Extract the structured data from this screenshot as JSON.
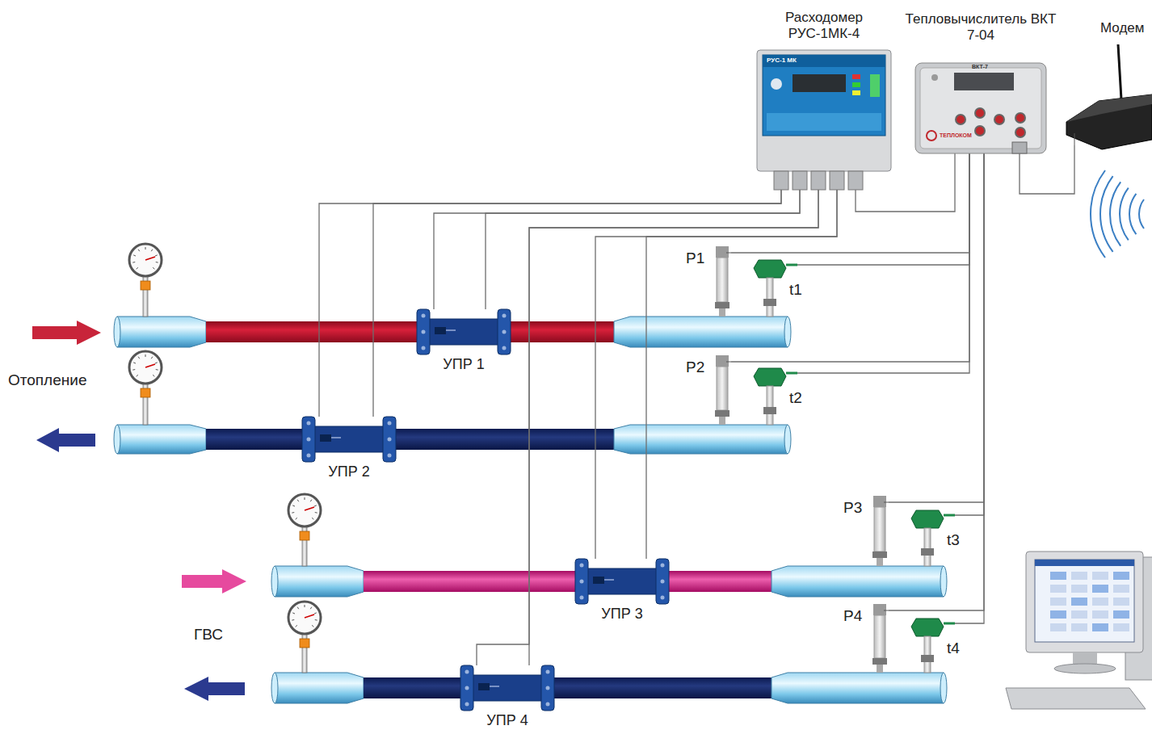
{
  "diagram": {
    "nodes": [
      {
        "text": [
          "Расходомер РУС-1МК-4",
          "РУС-1 МК"
        ]
      },
      {
        "text": [
          "Тепловычислитель ВКТ 7-04",
          "ВКТ-7",
          "ТЕПЛОКОМ"
        ]
      },
      {
        "text": [
          "Модем"
        ]
      },
      {
        "text": [
          "УПР 1"
        ]
      },
      {
        "text": [
          "УПР 2"
        ]
      },
      {
        "text": [
          "УПР 3"
        ]
      },
      {
        "text": [
          "УПР 4"
        ]
      },
      {
        "text": [
          "P1"
        ]
      },
      {
        "text": [
          "t1"
        ]
      },
      {
        "text": [
          "P2"
        ]
      },
      {
        "text": [
          "t2"
        ]
      },
      {
        "text": [
          "P3"
        ]
      },
      {
        "text": [
          "t3"
        ]
      },
      {
        "text": [
          "P4"
        ]
      },
      {
        "text": [
          "t4"
        ]
      }
    ],
    "edges": [
      {
        "from": 3,
        "to": 0,
        "arrow": "none"
      },
      {
        "from": 3,
        "to": 0,
        "arrow": "none"
      },
      {
        "from": 4,
        "to": 0,
        "arrow": "none"
      },
      {
        "from": 4,
        "to": 0,
        "arrow": "none"
      },
      {
        "from": 5,
        "to": 0,
        "arrow": "none"
      },
      {
        "from": 5,
        "to": 0,
        "arrow": "none"
      },
      {
        "from": 6,
        "to": 0,
        "arrow": "none"
      },
      {
        "from": 6,
        "to": 0,
        "arrow": "none"
      },
      {
        "from": 0,
        "to": 1,
        "arrow": "none"
      },
      {
        "from": 1,
        "to": 2,
        "arrow": "none"
      },
      {
        "from": 7,
        "to": 1,
        "arrow": "none"
      },
      {
        "from": 8,
        "to": 1,
        "arrow": "none"
      },
      {
        "from": 9,
        "to": 1,
        "arrow": "none"
      },
      {
        "from": 10,
        "to": 1,
        "arrow": "none"
      },
      {
        "from": 11,
        "to": 1,
        "arrow": "none"
      },
      {
        "from": 12,
        "to": 1,
        "arrow": "none"
      },
      {
        "from": 13,
        "to": 1,
        "arrow": "none"
      },
      {
        "from": 14,
        "to": 1,
        "arrow": "none"
      }
    ],
    "labels": [
      "Отопление",
      "ГВС"
    ]
  }
}
